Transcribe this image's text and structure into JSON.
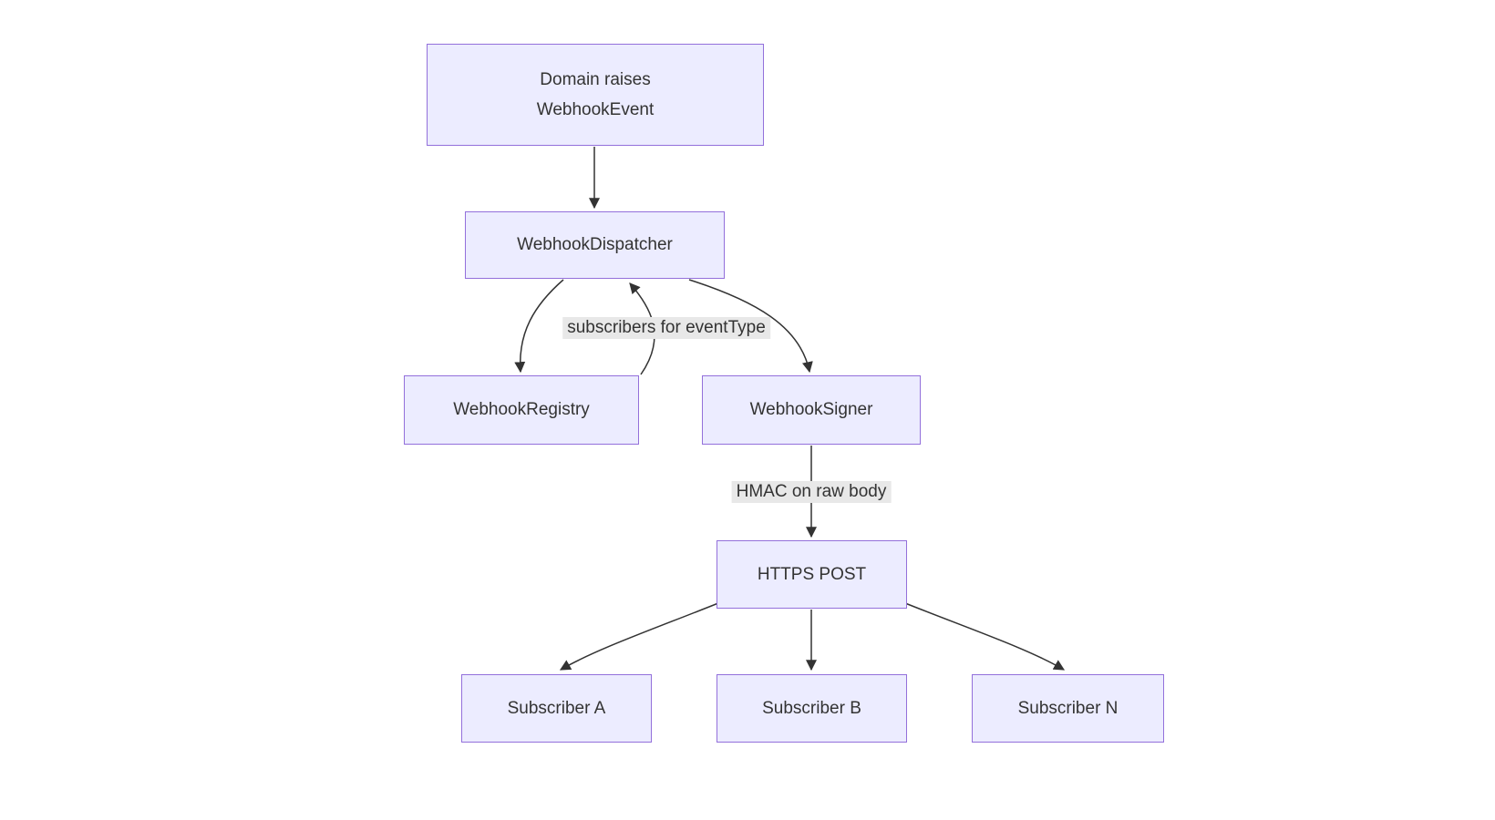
{
  "diagram": {
    "type": "flowchart",
    "direction": "top-down",
    "colors": {
      "background": "#ffffff",
      "node_fill": "#ECECFF",
      "node_border": "#9370DB",
      "text": "#333333",
      "edge": "#333333",
      "edge_label_bg": "#e8e8e8"
    },
    "nodes": {
      "event": {
        "lines": [
          "Domain raises",
          "WebhookEvent"
        ]
      },
      "dispatcher": {
        "label": "WebhookDispatcher"
      },
      "registry": {
        "label": "WebhookRegistry"
      },
      "signer": {
        "label": "WebhookSigner"
      },
      "https_post": {
        "label": "HTTPS POST"
      },
      "subscriber_a": {
        "label": "Subscriber A"
      },
      "subscriber_b": {
        "label": "Subscriber B"
      },
      "subscriber_n": {
        "label": "Subscriber N"
      }
    },
    "edges": [
      {
        "from": "event",
        "to": "dispatcher",
        "label": ""
      },
      {
        "from": "dispatcher",
        "to": "registry",
        "label": "subscribers for eventType"
      },
      {
        "from": "registry",
        "to": "dispatcher",
        "label": ""
      },
      {
        "from": "dispatcher",
        "to": "signer",
        "label": ""
      },
      {
        "from": "signer",
        "to": "https_post",
        "label": "HMAC on raw body"
      },
      {
        "from": "https_post",
        "to": "subscriber_a",
        "label": ""
      },
      {
        "from": "https_post",
        "to": "subscriber_b",
        "label": ""
      },
      {
        "from": "https_post",
        "to": "subscriber_n",
        "label": ""
      }
    ],
    "edge_labels": {
      "subscribers": "subscribers for eventType",
      "hmac": "HMAC on raw body"
    }
  }
}
